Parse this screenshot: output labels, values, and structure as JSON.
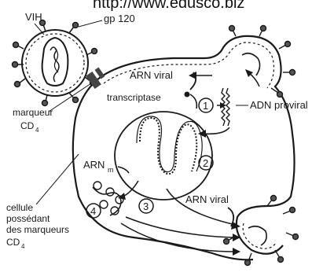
{
  "header_url": "http://www.edusco.biz",
  "labels": {
    "vih": "VIH",
    "gp120": "gp 120",
    "marqueur_line1": "marqueur",
    "marqueur_line2": "CD",
    "marqueur_sub": "4",
    "arn_viral_top": "ARN viral",
    "transcriptase": "transcriptase",
    "adn_proviral": "ADN proviral",
    "arn_m": "ARN",
    "arn_m_sub": "m",
    "arn_viral_bottom": "ARN viral",
    "cellule_line1": "cellule",
    "cellule_line2": "possédant",
    "cellule_line3": "des marqueurs",
    "cellule_line4": "CD",
    "cellule_sub": "4"
  },
  "steps": [
    "1",
    "2",
    "3",
    "4"
  ],
  "colors": {
    "ink": "#1a1a1a",
    "background": "#ffffff"
  }
}
